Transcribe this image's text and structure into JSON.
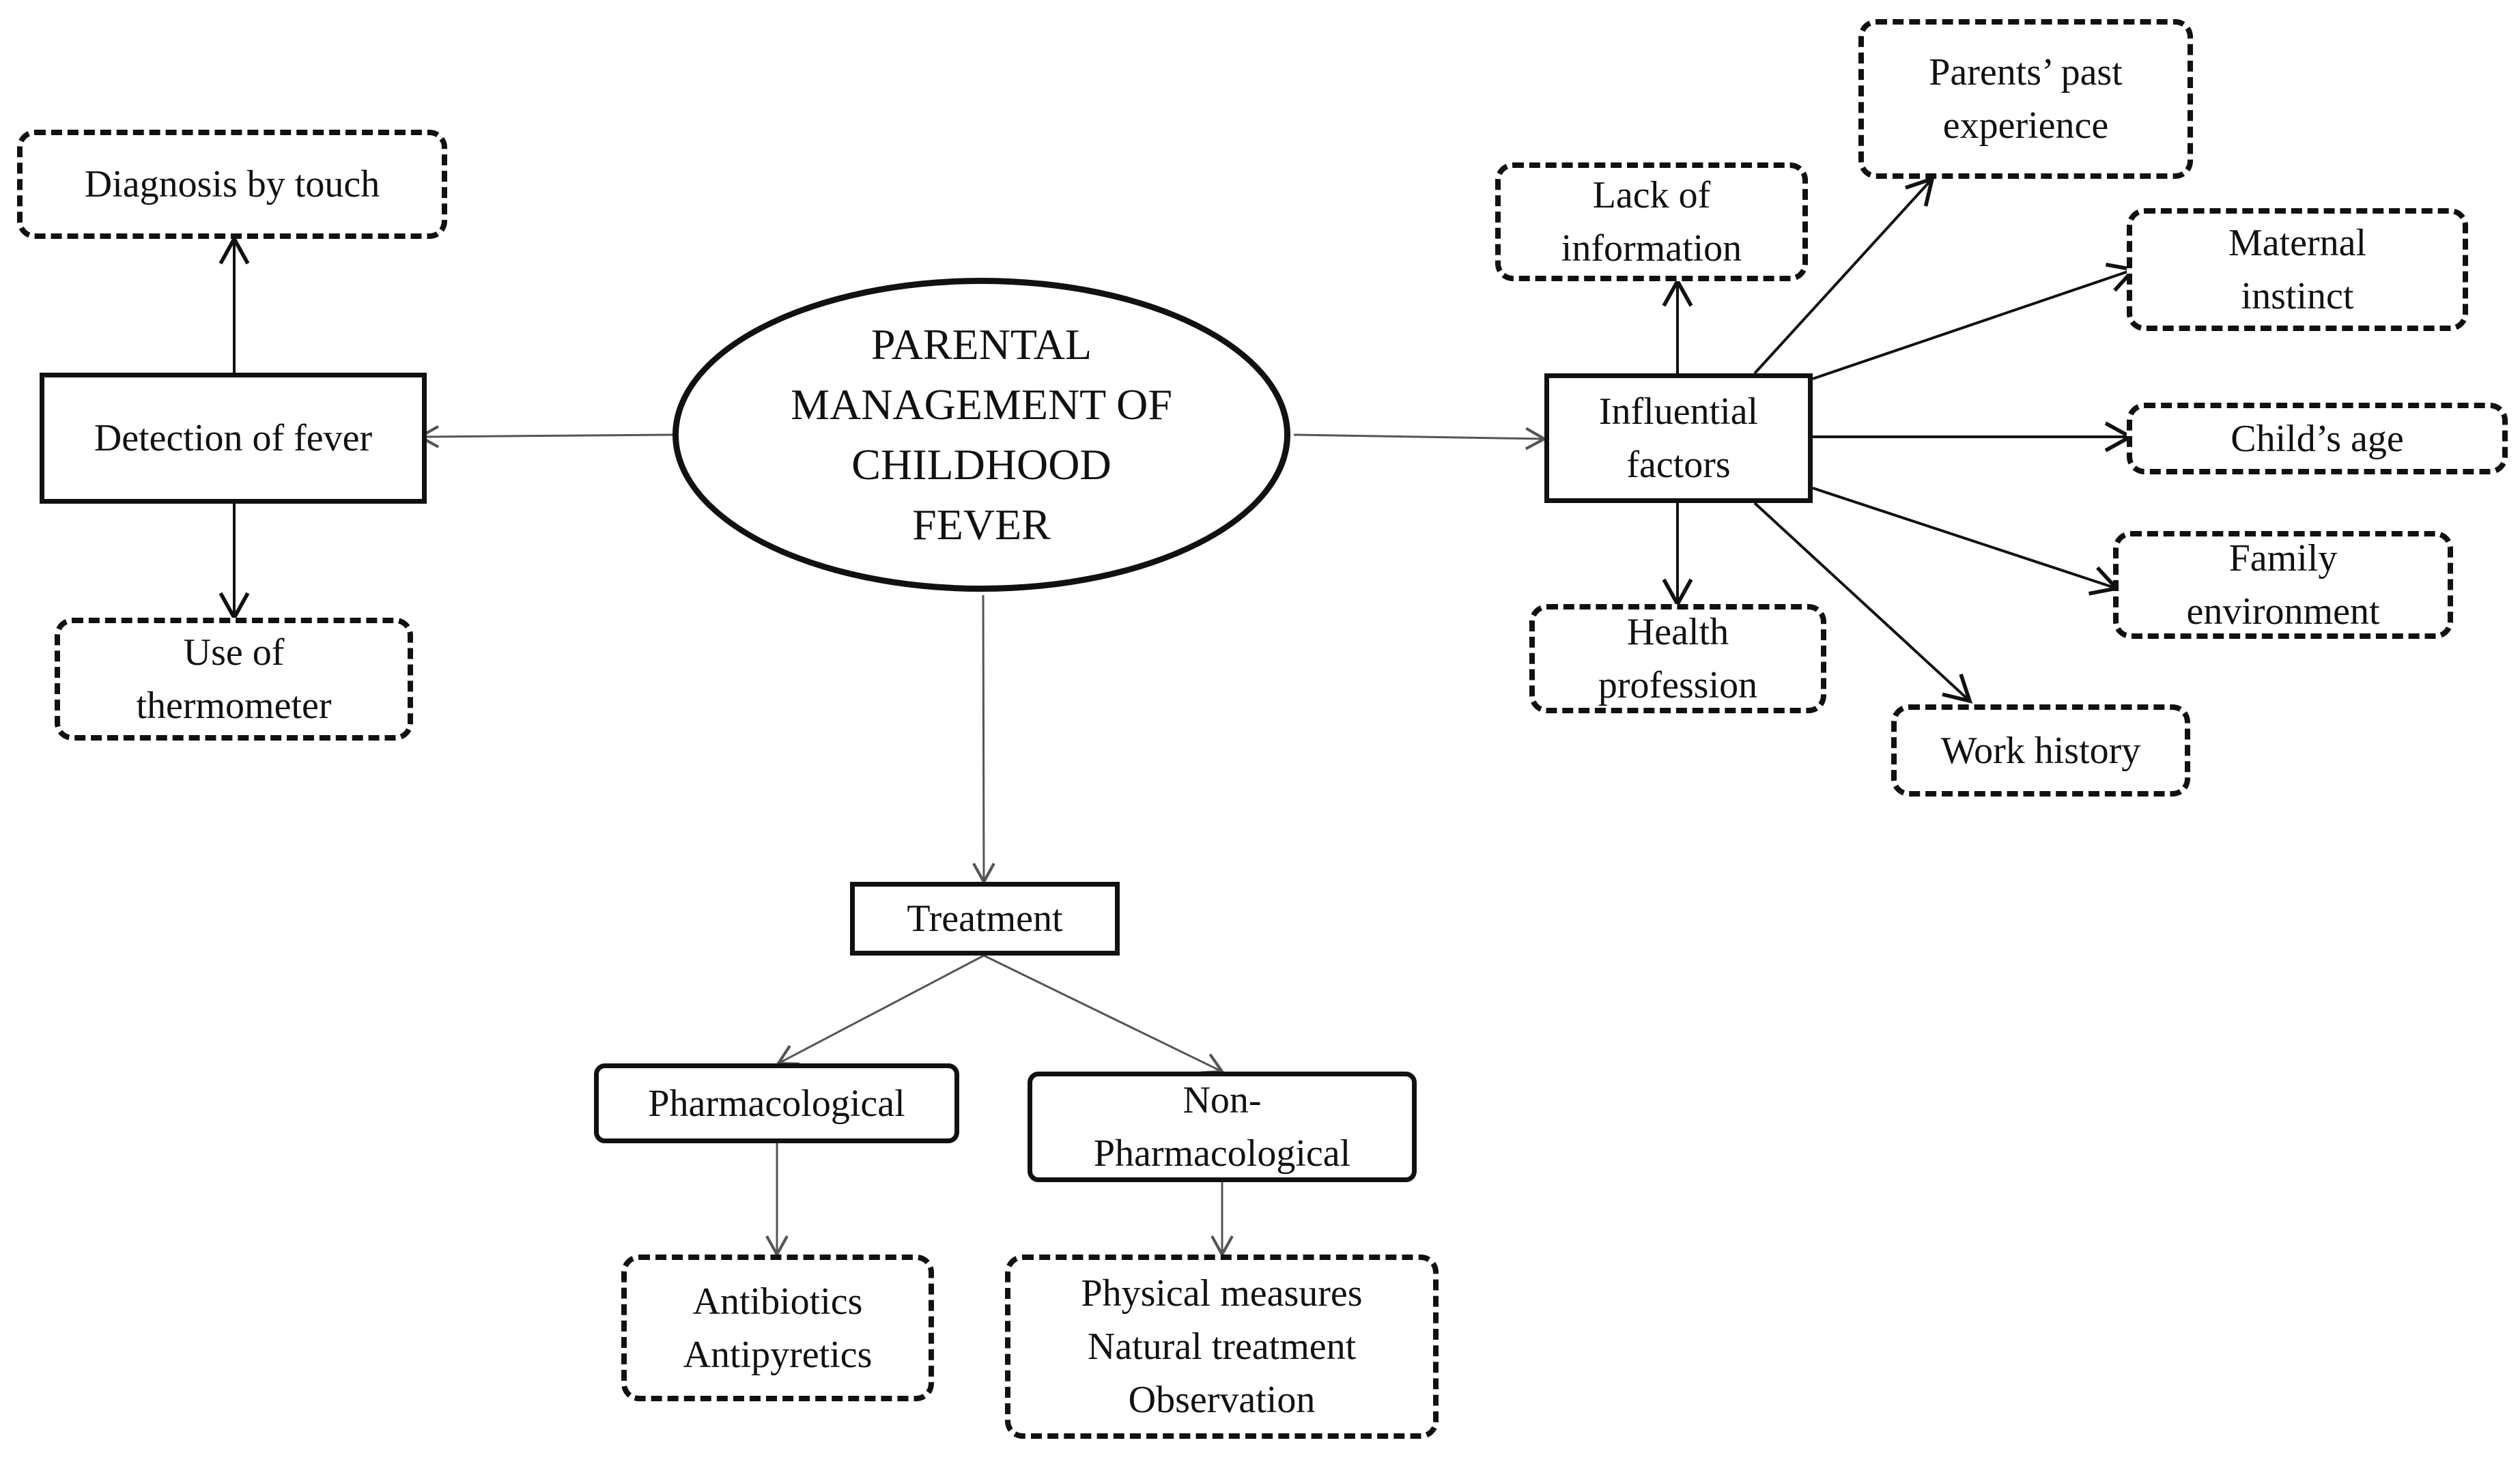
{
  "center": {
    "lines": [
      "PARENTAL",
      "MANAGEMENT OF",
      "CHILDHOOD",
      "FEVER"
    ]
  },
  "detection": {
    "label": "Detection of fever",
    "diagnosis": "Diagnosis by touch",
    "thermometer": [
      "Use of",
      "thermometer"
    ]
  },
  "treatment": {
    "label": "Treatment",
    "pharmacological": {
      "label": "Pharmacological",
      "items": [
        "Antibiotics",
        "Antipyretics"
      ]
    },
    "non_pharmacological": {
      "label": [
        "Non-",
        "Pharmacological"
      ],
      "items": [
        "Physical measures",
        "Natural treatment",
        "Observation"
      ]
    }
  },
  "influential": {
    "label": [
      "Influential",
      "factors"
    ],
    "lack_of_information": [
      "Lack of",
      "information"
    ],
    "parents_past_experience": [
      "Parents’ past",
      "experience"
    ],
    "maternal_instinct": [
      "Maternal",
      "instinct"
    ],
    "childs_age": "Child’s age",
    "family_environment": [
      "Family",
      "environment"
    ],
    "work_history": "Work history",
    "health_profession": [
      "Health",
      "profession"
    ]
  }
}
